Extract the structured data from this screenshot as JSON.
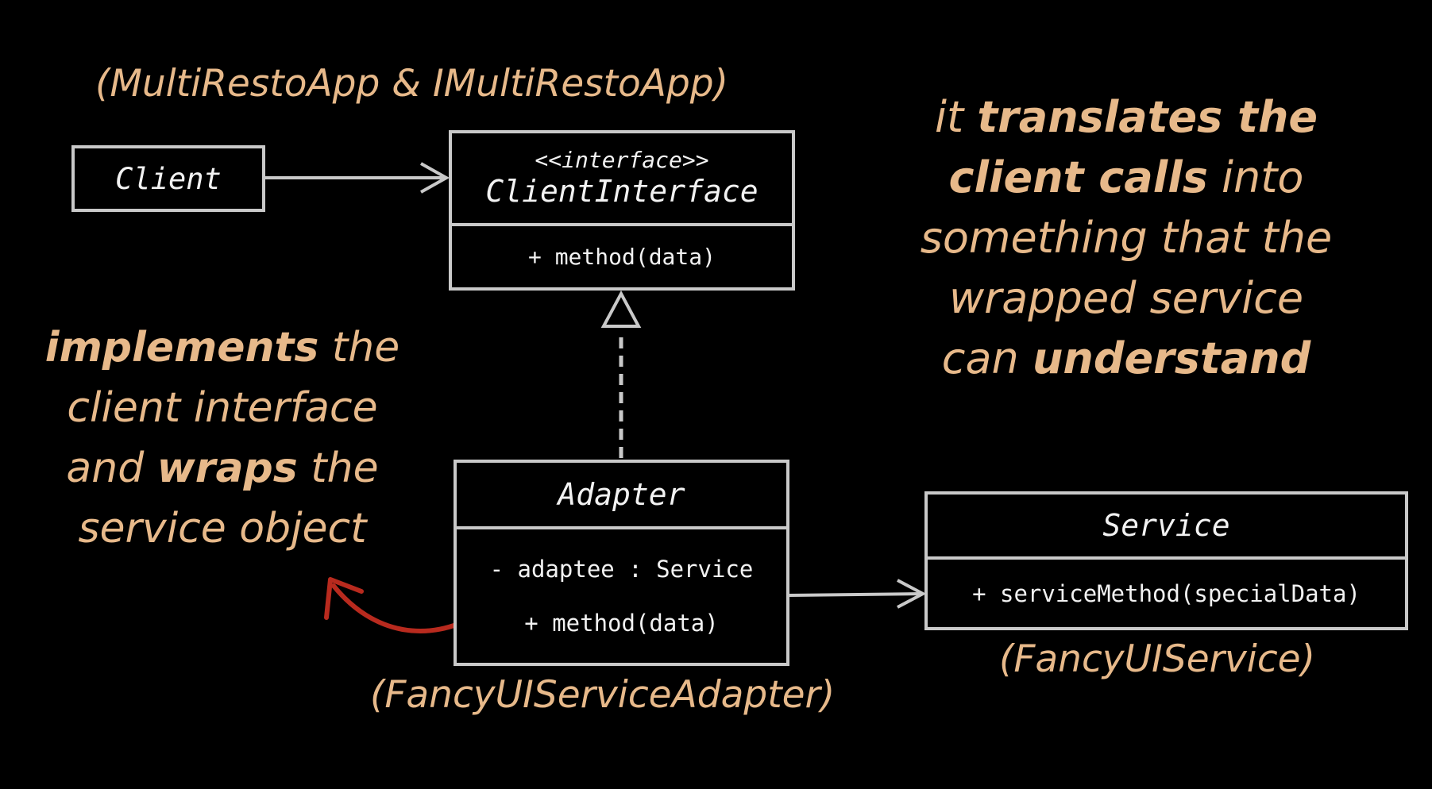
{
  "boxes": {
    "client": {
      "name": "Client"
    },
    "client_interface": {
      "stereotype": "<<interface>>",
      "name": "ClientInterface",
      "method": "+ method(data)"
    },
    "adapter": {
      "name": "Adapter",
      "field": "- adaptee : Service",
      "method": "+ method(data)"
    },
    "service": {
      "name": "Service",
      "method": "+ serviceMethod(specialData)"
    }
  },
  "labels": {
    "client": "(MultiRestoApp & IMultiRestoApp)",
    "adapter": "(FancyUIServiceAdapter)",
    "service": "(FancyUIService)"
  },
  "left_note": {
    "l1_bold": "implements",
    "l1_rest": " the",
    "l2": "client interface",
    "l3_pre": "and ",
    "l3_bold": "wraps",
    "l3_post": " the",
    "l4": "service object"
  },
  "right_note": {
    "l1_pre": "it ",
    "l1_bold": "translates the",
    "l2_bold": "client calls",
    "l2_post": " into",
    "l3": "something that the",
    "l4": "wrapped service",
    "l5_pre": "can ",
    "l5_bold": "understand"
  },
  "colors": {
    "background": "#000000",
    "box_border": "#c9c9c9",
    "box_text": "#f2f2f2",
    "annotation": "#e7b98a",
    "red_arrow": "#b82a1e"
  }
}
